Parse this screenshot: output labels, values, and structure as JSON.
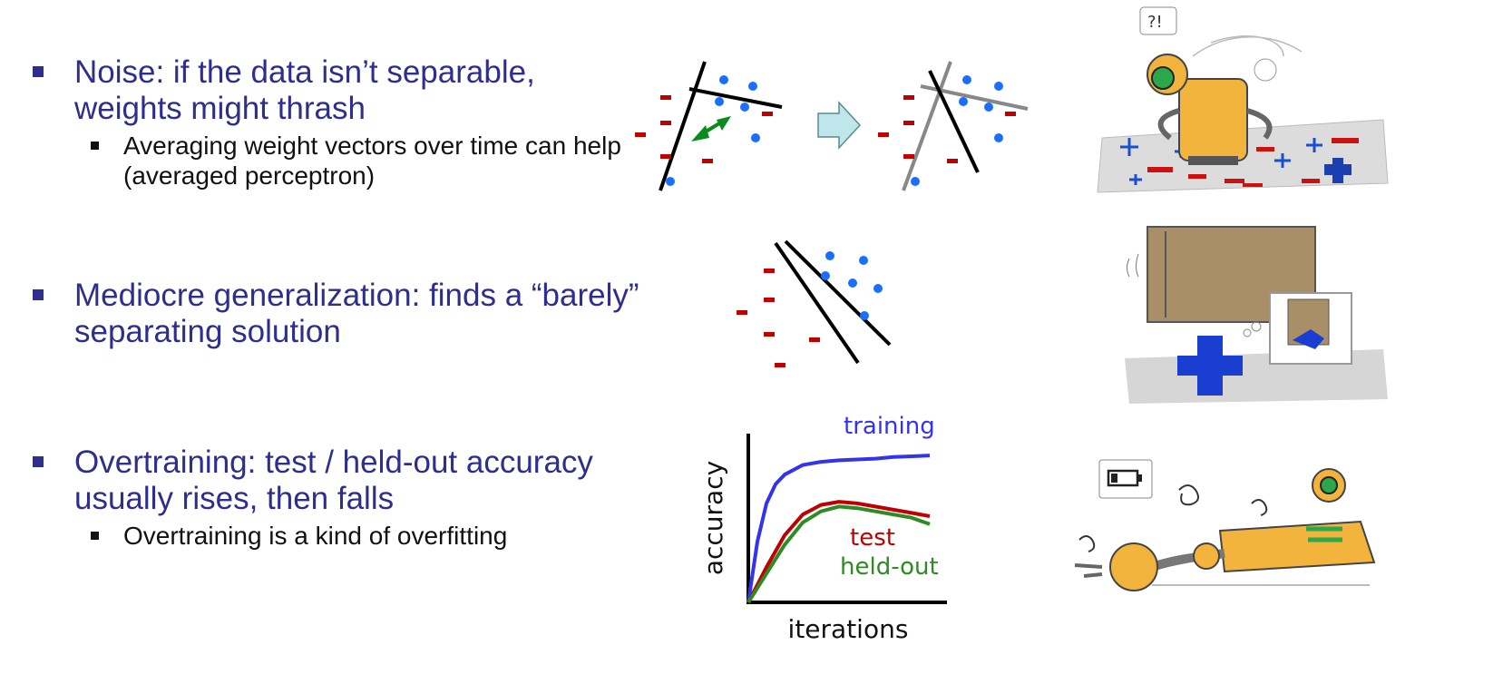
{
  "bullets": [
    {
      "text": "Noise: if the data isn’t separable, weights might thrash",
      "sub": [
        "Averaging weight vectors over time can help (averaged perceptron)"
      ]
    },
    {
      "text": "Mediocre generalization: finds a “barely” separating solution",
      "sub": []
    },
    {
      "text": "Overtraining: test / held-out accuracy usually rises, then falls",
      "sub": [
        "Overtraining is a kind of overfitting"
      ]
    }
  ],
  "robot_speech": "?!",
  "colors": {
    "bullet_text": "#2e2e8c",
    "plus_points": "#1a6fff",
    "minus_points": "#c00000",
    "arrow_green": "#0b8a1e"
  },
  "chart_data": {
    "type": "line",
    "xlabel": "iterations",
    "ylabel": "accuracy",
    "series": [
      {
        "name": "training",
        "color": "#3333ee",
        "x": [
          0,
          5,
          10,
          15,
          20,
          30,
          40,
          50,
          60,
          70,
          80,
          90,
          100
        ],
        "y": [
          0,
          38,
          62,
          74,
          80,
          86,
          88,
          89,
          89.5,
          90,
          91,
          91.5,
          92
        ]
      },
      {
        "name": "test",
        "color": "#c00000",
        "x": [
          0,
          10,
          20,
          30,
          40,
          50,
          60,
          70,
          80,
          90,
          100
        ],
        "y": [
          0,
          22,
          42,
          55,
          61,
          63,
          62,
          60,
          58,
          56,
          54
        ]
      },
      {
        "name": "held-out",
        "color": "#2e8b22",
        "x": [
          0,
          10,
          20,
          30,
          40,
          50,
          60,
          70,
          80,
          90,
          100
        ],
        "y": [
          0,
          18,
          36,
          50,
          57,
          60,
          59,
          57,
          55,
          53,
          49
        ]
      }
    ],
    "xlim": [
      0,
      100
    ],
    "ylim": [
      0,
      100
    ],
    "grid": false,
    "legend": "inline labels"
  }
}
